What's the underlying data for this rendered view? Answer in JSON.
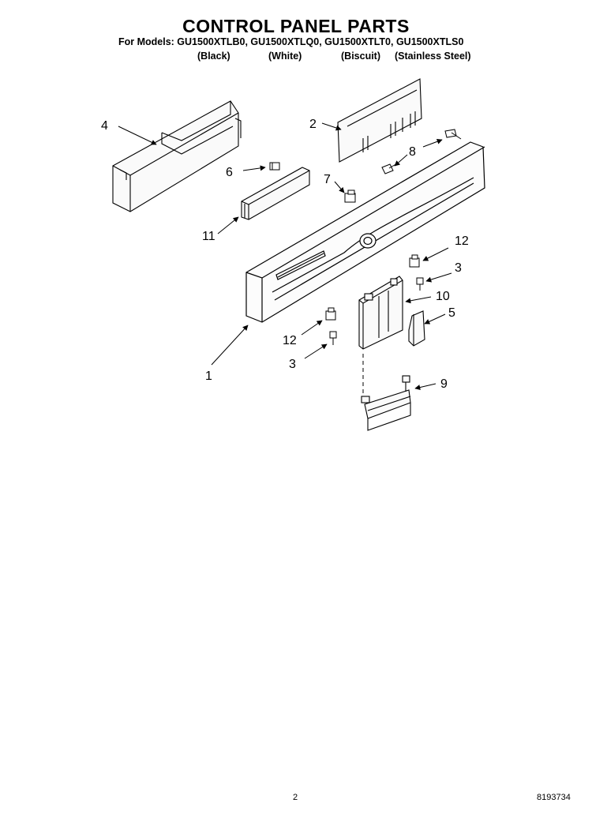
{
  "header": {
    "title": "CONTROL PANEL PARTS",
    "models_line": "For Models: GU1500XTLB0, GU1500XTLQ0, GU1500XTLT0, GU1500XTLS0",
    "finishes": [
      "(Black)",
      "(White)",
      "(Biscuit)",
      "(Stainless Steel)"
    ]
  },
  "callouts": {
    "c1": "1",
    "c2": "2",
    "c3a": "3",
    "c3b": "3",
    "c4": "4",
    "c5": "5",
    "c6": "6",
    "c7": "7",
    "c8": "8",
    "c9": "9",
    "c10": "10",
    "c11": "11",
    "c12a": "12",
    "c12b": "12"
  },
  "footer": {
    "page_number": "2",
    "part_number": "8193734"
  }
}
